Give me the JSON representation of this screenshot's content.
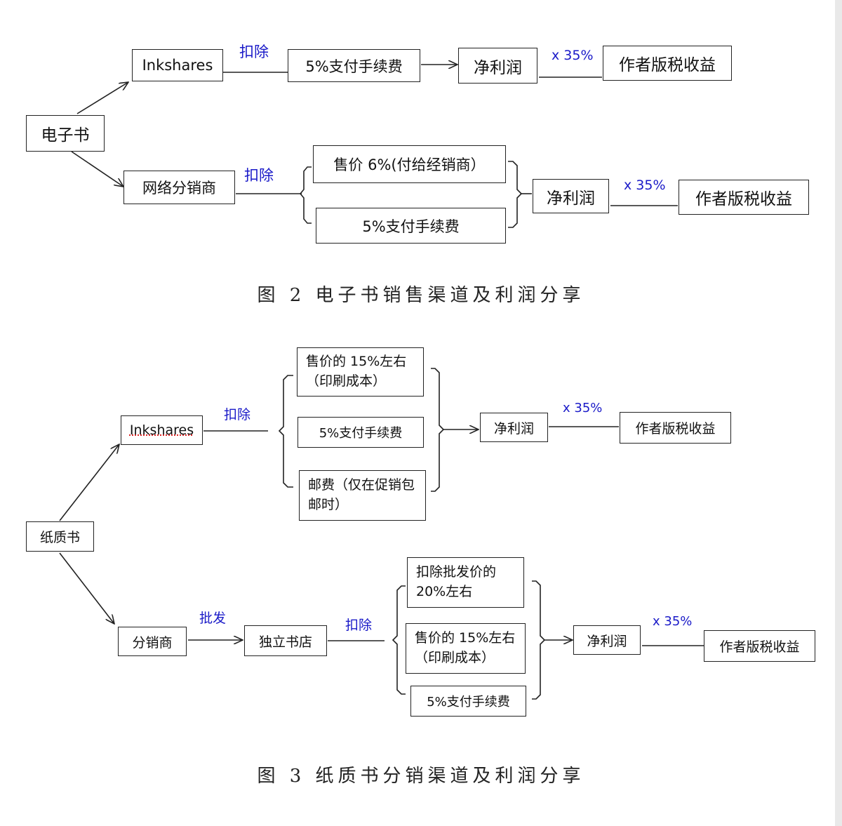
{
  "fig2": {
    "ebook": "电子书",
    "inkshares": "Inkshares",
    "deduct_top": "扣除",
    "fee_top": "5%支付手续费",
    "net_top": "净利润",
    "mult_top": "x 35%",
    "royalty_top": "作者版税收益",
    "online_distributor": "网络分销商",
    "deduct_bottom": "扣除",
    "price6": "售价 6%(付给经销商）",
    "fee_bottom": "5%支付手续费",
    "net_bottom": "净利润",
    "mult_bottom": "x 35%",
    "royalty_bottom": "作者版税收益",
    "caption": "图 2  电子书销售渠道及利润分享"
  },
  "fig3": {
    "paper_book": "纸质书",
    "inkshares": "Inkshares",
    "deduct_top": "扣除",
    "print_cost": "售价的 15%左右（印刷成本）",
    "fee_top": "5%支付手续费",
    "postage": "邮费（仅在促销包邮时）",
    "net_top": "净利润",
    "mult_top": "x 35%",
    "royalty_top": "作者版税收益",
    "distributor": "分销商",
    "wholesale": "批发",
    "indie_store": "独立书店",
    "deduct_bottom": "扣除",
    "wholesale_20": "扣除批发价的20%左右",
    "print_cost_bottom": "售价的 15%左右（印刷成本）",
    "fee_bottom": "5%支付手续费",
    "net_bottom": "净利润",
    "mult_bottom": "x 35%",
    "royalty_bottom": "作者版税收益",
    "caption": "图 3  纸质书分销渠道及利润分享"
  },
  "colors": {
    "label_blue": "#1a1ac8",
    "line": "#222222"
  }
}
